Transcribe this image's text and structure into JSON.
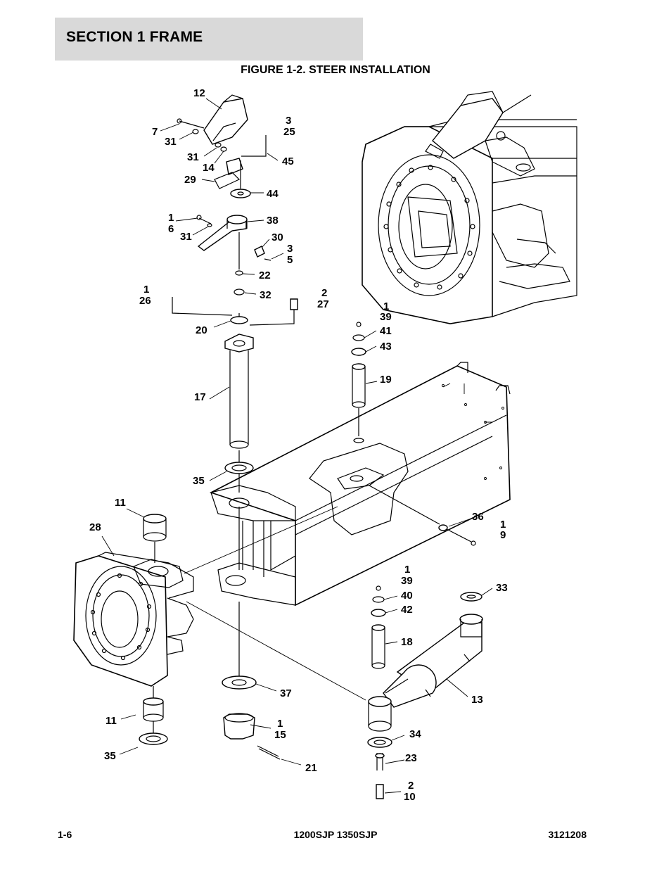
{
  "header": {
    "section_title": "SECTION 1  FRAME"
  },
  "figure": {
    "title": "FIGURE 1-2. STEER INSTALLATION",
    "callouts": [
      {
        "id": "c12",
        "text": "12"
      },
      {
        "id": "c7",
        "text": "7"
      },
      {
        "id": "c31a",
        "text": "31"
      },
      {
        "id": "c31b",
        "text": "31"
      },
      {
        "id": "c14",
        "text": "14"
      },
      {
        "id": "c3a",
        "text": "3"
      },
      {
        "id": "c25",
        "text": "25"
      },
      {
        "id": "c45",
        "text": "45"
      },
      {
        "id": "c29",
        "text": "29"
      },
      {
        "id": "c44",
        "text": "44"
      },
      {
        "id": "c1a",
        "text": "1"
      },
      {
        "id": "c6",
        "text": "6"
      },
      {
        "id": "c31c",
        "text": "31"
      },
      {
        "id": "c38",
        "text": "38"
      },
      {
        "id": "c30",
        "text": "30"
      },
      {
        "id": "c3b",
        "text": "3"
      },
      {
        "id": "c5",
        "text": "5"
      },
      {
        "id": "c22",
        "text": "22"
      },
      {
        "id": "c1b",
        "text": "1"
      },
      {
        "id": "c26",
        "text": "26"
      },
      {
        "id": "c32",
        "text": "32"
      },
      {
        "id": "c2a",
        "text": "2"
      },
      {
        "id": "c27",
        "text": "27"
      },
      {
        "id": "c20",
        "text": "20"
      },
      {
        "id": "c1c",
        "text": "1"
      },
      {
        "id": "c39a",
        "text": "39"
      },
      {
        "id": "c41",
        "text": "41"
      },
      {
        "id": "c43",
        "text": "43"
      },
      {
        "id": "c19",
        "text": "19"
      },
      {
        "id": "c17",
        "text": "17"
      },
      {
        "id": "c35a",
        "text": "35"
      },
      {
        "id": "c11a",
        "text": "11"
      },
      {
        "id": "c28",
        "text": "28"
      },
      {
        "id": "c36",
        "text": "36"
      },
      {
        "id": "c1d",
        "text": "1"
      },
      {
        "id": "c9",
        "text": "9"
      },
      {
        "id": "c1e",
        "text": "1"
      },
      {
        "id": "c39b",
        "text": "39"
      },
      {
        "id": "c40",
        "text": "40"
      },
      {
        "id": "c42",
        "text": "42"
      },
      {
        "id": "c33",
        "text": "33"
      },
      {
        "id": "c18",
        "text": "18"
      },
      {
        "id": "c13",
        "text": "13"
      },
      {
        "id": "c37",
        "text": "37"
      },
      {
        "id": "c1f",
        "text": "1"
      },
      {
        "id": "c15",
        "text": "15"
      },
      {
        "id": "c11b",
        "text": "11"
      },
      {
        "id": "c35b",
        "text": "35"
      },
      {
        "id": "c21",
        "text": "21"
      },
      {
        "id": "c34",
        "text": "34"
      },
      {
        "id": "c23",
        "text": "23"
      },
      {
        "id": "c2b",
        "text": "2"
      },
      {
        "id": "c10",
        "text": "10"
      }
    ]
  },
  "footer": {
    "page_number": "1-6",
    "models": "1200SJP 1350SJP",
    "doc_number": "3121208"
  }
}
